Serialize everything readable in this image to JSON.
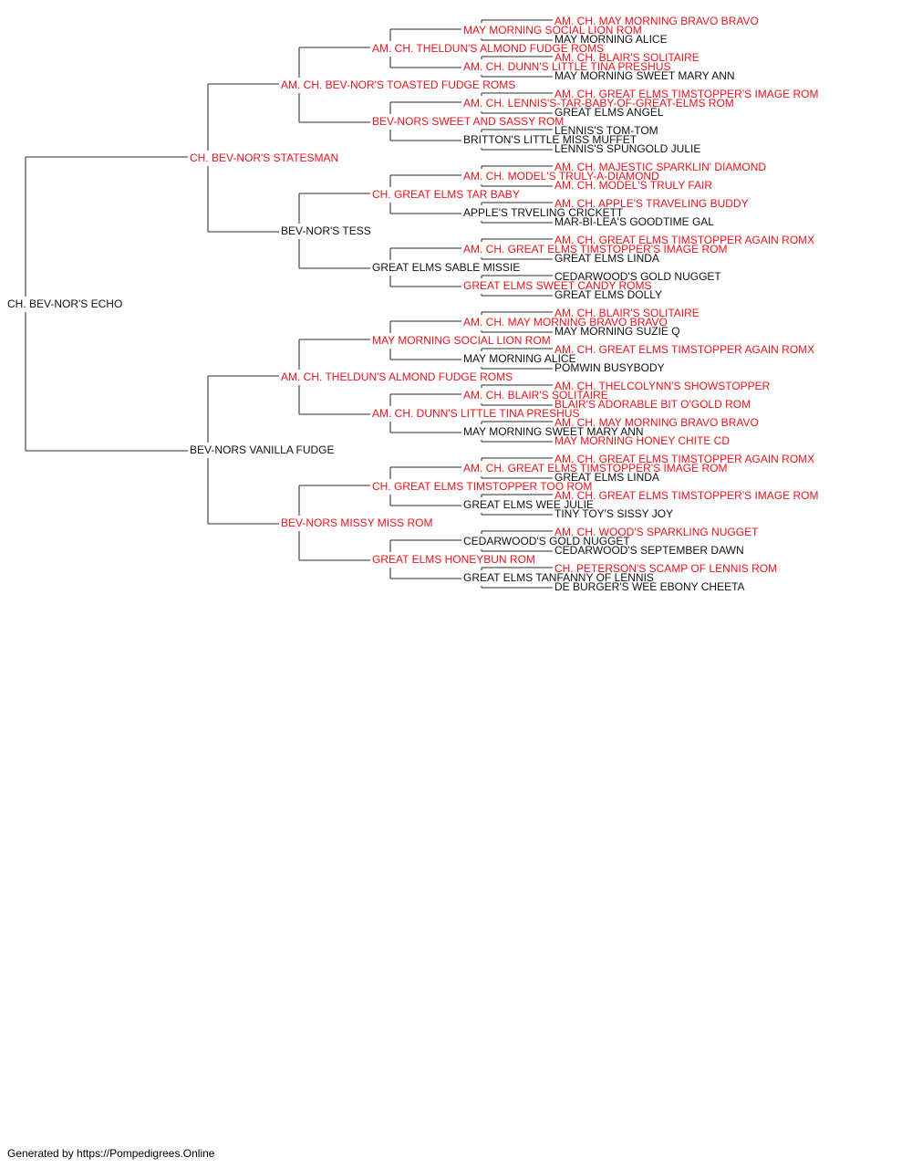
{
  "colors": {
    "titled": "#e8141a",
    "plain": "#111111",
    "line": "#555555"
  },
  "footer": "Generated by https://Pompedigrees.Online",
  "pedigree": [
    {
      "name": "CH. BEV-NOR'S ECHO",
      "titled": false,
      "gen": 0,
      "slot": 0
    },
    {
      "name": "CH. BEV-NOR'S STATESMAN",
      "titled": true,
      "gen": 1,
      "slot": 0
    },
    {
      "name": "BEV-NORS VANILLA FUDGE",
      "titled": false,
      "gen": 1,
      "slot": 1
    },
    {
      "name": "AM. CH. BEV-NOR'S TOASTED FUDGE ROMS",
      "titled": true,
      "gen": 2,
      "slot": 0
    },
    {
      "name": "BEV-NOR'S TESS",
      "titled": false,
      "gen": 2,
      "slot": 1
    },
    {
      "name": "AM. CH. THELDUN'S ALMOND FUDGE ROMS",
      "titled": true,
      "gen": 2,
      "slot": 2
    },
    {
      "name": "BEV-NORS MISSY MISS ROM",
      "titled": true,
      "gen": 2,
      "slot": 3
    },
    {
      "name": "AM. CH. THELDUN'S ALMOND FUDGE ROMS",
      "titled": true,
      "gen": 3,
      "slot": 0
    },
    {
      "name": "BEV-NORS SWEET AND SASSY ROM",
      "titled": true,
      "gen": 3,
      "slot": 1
    },
    {
      "name": "CH. GREAT ELMS TAR BABY",
      "titled": true,
      "gen": 3,
      "slot": 2
    },
    {
      "name": "GREAT ELMS SABLE MISSIE",
      "titled": false,
      "gen": 3,
      "slot": 3
    },
    {
      "name": "MAY MORNING SOCIAL LION ROM",
      "titled": true,
      "gen": 3,
      "slot": 4
    },
    {
      "name": "AM. CH. DUNN'S LITTLE TINA PRESHUS",
      "titled": true,
      "gen": 3,
      "slot": 5
    },
    {
      "name": "CH. GREAT ELMS TIMSTOPPER TOO ROM",
      "titled": true,
      "gen": 3,
      "slot": 6
    },
    {
      "name": "GREAT ELMS HONEYBUN ROM",
      "titled": true,
      "gen": 3,
      "slot": 7
    },
    {
      "name": "MAY MORNING SOCIAL LION ROM",
      "titled": true,
      "gen": 4,
      "slot": 0
    },
    {
      "name": "AM. CH. DUNN'S LITTLE TINA PRESHUS",
      "titled": true,
      "gen": 4,
      "slot": 1
    },
    {
      "name": "AM. CH. LENNIS'S-TAR-BABY-OF-GREAT-ELMS ROM",
      "titled": true,
      "gen": 4,
      "slot": 2
    },
    {
      "name": "BRITTON'S LITTLE MISS MUFFET",
      "titled": false,
      "gen": 4,
      "slot": 3
    },
    {
      "name": "AM. CH. MODEL'S TRULY-A-DIAMOND",
      "titled": true,
      "gen": 4,
      "slot": 4
    },
    {
      "name": "APPLE'S TRVELING CRICKETT",
      "titled": false,
      "gen": 4,
      "slot": 5
    },
    {
      "name": "AM. CH. GREAT ELMS TIMSTOPPER'S IMAGE ROM",
      "titled": true,
      "gen": 4,
      "slot": 6
    },
    {
      "name": "GREAT ELMS SWEET CANDY ROMS",
      "titled": true,
      "gen": 4,
      "slot": 7
    },
    {
      "name": "AM. CH. MAY MORNING BRAVO BRAVO",
      "titled": true,
      "gen": 4,
      "slot": 8
    },
    {
      "name": "MAY MORNING ALICE",
      "titled": false,
      "gen": 4,
      "slot": 9
    },
    {
      "name": "AM. CH. BLAIR'S SOLITAIRE",
      "titled": true,
      "gen": 4,
      "slot": 10
    },
    {
      "name": "MAY MORNING SWEET MARY ANN",
      "titled": false,
      "gen": 4,
      "slot": 11
    },
    {
      "name": "AM. CH. GREAT ELMS TIMSTOPPER'S IMAGE ROM",
      "titled": true,
      "gen": 4,
      "slot": 12
    },
    {
      "name": "GREAT ELMS WEE JULIE",
      "titled": false,
      "gen": 4,
      "slot": 13
    },
    {
      "name": "CEDARWOOD'S GOLD NUGGET",
      "titled": false,
      "gen": 4,
      "slot": 14
    },
    {
      "name": "GREAT ELMS TANFANNY OF LENNIS",
      "titled": false,
      "gen": 4,
      "slot": 15
    },
    {
      "name": "AM. CH. MAY MORNING BRAVO BRAVO",
      "titled": true,
      "gen": 5,
      "slot": 0
    },
    {
      "name": "MAY MORNING ALICE",
      "titled": false,
      "gen": 5,
      "slot": 1
    },
    {
      "name": "AM. CH. BLAIR'S SOLITAIRE",
      "titled": true,
      "gen": 5,
      "slot": 2
    },
    {
      "name": "MAY MORNING SWEET MARY ANN",
      "titled": false,
      "gen": 5,
      "slot": 3
    },
    {
      "name": "AM. CH. GREAT ELMS TIMSTOPPER'S IMAGE ROM",
      "titled": true,
      "gen": 5,
      "slot": 4
    },
    {
      "name": "GREAT ELMS ANGEL",
      "titled": false,
      "gen": 5,
      "slot": 5
    },
    {
      "name": "LENNIS'S TOM-TOM",
      "titled": false,
      "gen": 5,
      "slot": 6
    },
    {
      "name": "LENNIS'S SPUNGOLD JULIE",
      "titled": false,
      "gen": 5,
      "slot": 7
    },
    {
      "name": "AM. CH. MAJESTIC SPARKLIN' DIAMOND",
      "titled": true,
      "gen": 5,
      "slot": 8
    },
    {
      "name": "AM. CH. MODEL'S TRULY FAIR",
      "titled": true,
      "gen": 5,
      "slot": 9
    },
    {
      "name": "AM. CH. APPLE'S TRAVELING BUDDY",
      "titled": true,
      "gen": 5,
      "slot": 10
    },
    {
      "name": "MAR-BI-LEA'S GOODTIME GAL",
      "titled": false,
      "gen": 5,
      "slot": 11
    },
    {
      "name": "AM. CH. GREAT ELMS TIMSTOPPER AGAIN ROMX",
      "titled": true,
      "gen": 5,
      "slot": 12
    },
    {
      "name": "GREAT ELMS LINDA",
      "titled": false,
      "gen": 5,
      "slot": 13
    },
    {
      "name": "CEDARWOOD'S GOLD NUGGET",
      "titled": false,
      "gen": 5,
      "slot": 14
    },
    {
      "name": "GREAT ELMS DOLLY",
      "titled": false,
      "gen": 5,
      "slot": 15
    },
    {
      "name": "AM. CH. BLAIR'S SOLITAIRE",
      "titled": true,
      "gen": 5,
      "slot": 16
    },
    {
      "name": "MAY MORNING SUZIE Q",
      "titled": false,
      "gen": 5,
      "slot": 17
    },
    {
      "name": "AM. CH. GREAT ELMS TIMSTOPPER AGAIN ROMX",
      "titled": true,
      "gen": 5,
      "slot": 18
    },
    {
      "name": "POMWIN BUSYBODY",
      "titled": false,
      "gen": 5,
      "slot": 19
    },
    {
      "name": "AM. CH. THELCOLYNN'S SHOWSTOPPER",
      "titled": true,
      "gen": 5,
      "slot": 20
    },
    {
      "name": "BLAIR'S ADORABLE BIT O'GOLD ROM",
      "titled": true,
      "gen": 5,
      "slot": 21
    },
    {
      "name": "AM. CH. MAY MORNING BRAVO BRAVO",
      "titled": true,
      "gen": 5,
      "slot": 22
    },
    {
      "name": "MAY MORNING HONEY CHITE CD",
      "titled": true,
      "gen": 5,
      "slot": 23
    },
    {
      "name": "AM. CH. GREAT ELMS TIMSTOPPER AGAIN ROMX",
      "titled": true,
      "gen": 5,
      "slot": 24
    },
    {
      "name": "GREAT ELMS LINDA",
      "titled": false,
      "gen": 5,
      "slot": 25
    },
    {
      "name": "AM. CH. GREAT ELMS TIMSTOPPER'S IMAGE ROM",
      "titled": true,
      "gen": 5,
      "slot": 26
    },
    {
      "name": "TINY TOY'S SISSY JOY",
      "titled": false,
      "gen": 5,
      "slot": 27
    },
    {
      "name": "AM. CH. WOOD'S SPARKLING NUGGET",
      "titled": true,
      "gen": 5,
      "slot": 28
    },
    {
      "name": "CEDARWOOD'S SEPTEMBER DAWN",
      "titled": false,
      "gen": 5,
      "slot": 29
    },
    {
      "name": "CH. PETERSON'S SCAMP OF LENNIS ROM",
      "titled": true,
      "gen": 5,
      "slot": 30
    },
    {
      "name": "DE BURGER'S WEE EBONY CHEETA",
      "titled": false,
      "gen": 5,
      "slot": 31
    }
  ]
}
